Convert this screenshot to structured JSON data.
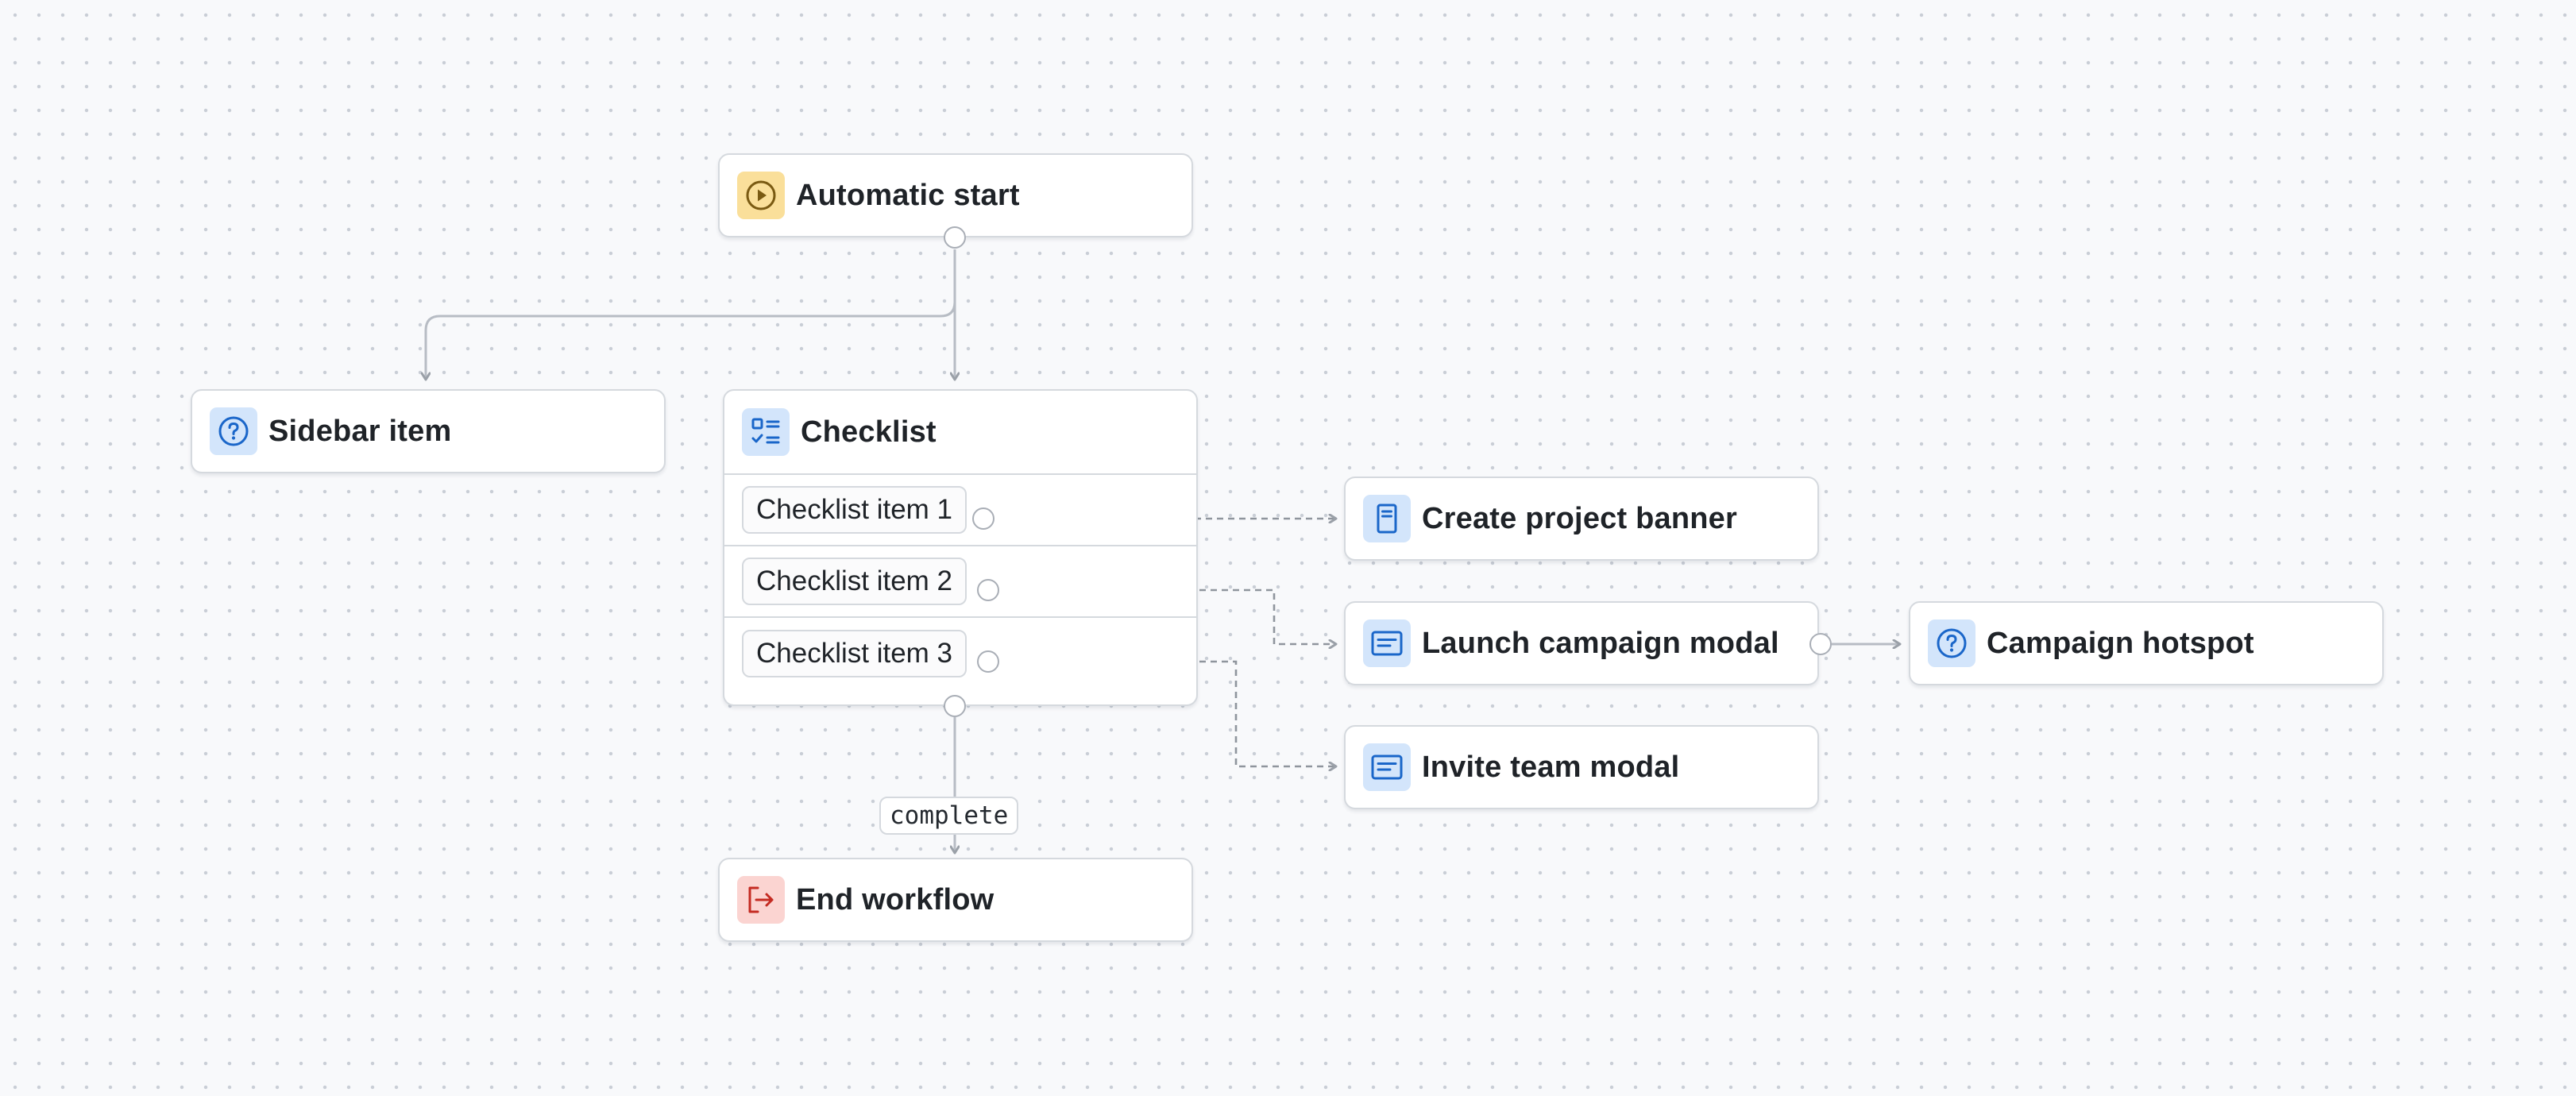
{
  "workflow": {
    "start": {
      "title": "Automatic start",
      "icon": "play-circle-icon"
    },
    "sidebar_item": {
      "title": "Sidebar item",
      "icon": "help-circle-icon"
    },
    "checklist": {
      "title": "Checklist",
      "icon": "checklist-icon",
      "items": [
        "Checklist item 1",
        "Checklist item 2",
        "Checklist item 3"
      ]
    },
    "create_project_banner": {
      "title": "Create project banner",
      "icon": "banner-icon"
    },
    "launch_campaign_modal": {
      "title": "Launch campaign modal",
      "icon": "modal-icon"
    },
    "campaign_hotspot": {
      "title": "Campaign hotspot",
      "icon": "help-circle-icon"
    },
    "invite_team_modal": {
      "title": "Invite team modal",
      "icon": "modal-icon"
    },
    "end": {
      "title": "End workflow",
      "icon": "exit-icon"
    },
    "edge_labels": {
      "complete": "complete"
    }
  },
  "colors": {
    "canvas_background": "#f8f9fb",
    "node_border": "#d5d9de",
    "start_icon_bg": "#fadf9a",
    "start_icon_fg": "#7a5a12",
    "step_icon_bg": "#d3e5fb",
    "step_icon_fg": "#1a66c9",
    "end_icon_bg": "#fbd4d1",
    "end_icon_fg": "#c42b22",
    "edge": "#b7bcc4"
  }
}
